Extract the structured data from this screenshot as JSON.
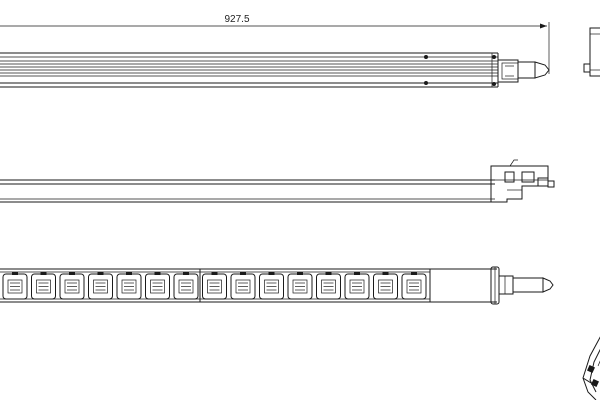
{
  "drawing": {
    "dimension_label": "927.5",
    "line_color": "#1a1a1a",
    "background": "#ffffff"
  },
  "views": {
    "top": {
      "outlet_count": 0
    },
    "side": {
      "outlet_count": 0
    },
    "front": {
      "outlet_count": 15
    },
    "end_view": {
      "visible": true
    },
    "iso_view": {
      "visible": true
    }
  }
}
